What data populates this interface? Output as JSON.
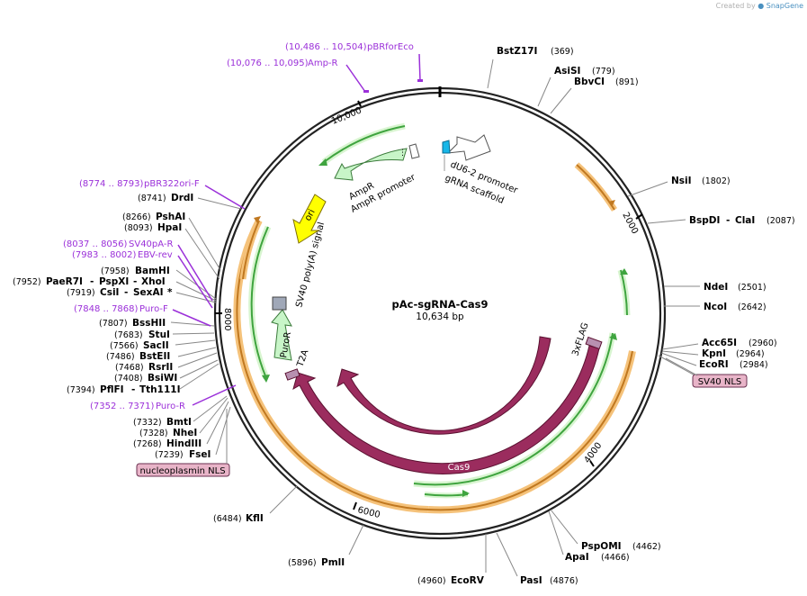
{
  "credit": {
    "prefix": "Created by",
    "brand": "SnapGene"
  },
  "plasmid": {
    "name": "pAc-sgRNA-Cas9",
    "size": "10,634 bp"
  },
  "ruler": [
    "2000",
    "4000",
    "6000",
    "8000",
    "10,000"
  ],
  "enzymes_right": [
    {
      "name": "BstZ17I",
      "pos": "(369)"
    },
    {
      "name": "AsiSI",
      "pos": "(779)"
    },
    {
      "name": "BbvCI",
      "pos": "(891)"
    },
    {
      "name": "NsiI",
      "pos": "(1802)"
    },
    {
      "name": "BspDI",
      "sep": " - ",
      "name2": "ClaI",
      "pos": "(2087)"
    },
    {
      "name": "NdeI",
      "pos": "(2501)"
    },
    {
      "name": "NcoI",
      "pos": "(2642)"
    },
    {
      "name": "Acc65I",
      "pos": "(2960)"
    },
    {
      "name": "KpnI",
      "pos": "(2964)"
    },
    {
      "name": "EcoRI",
      "pos": "(2984)"
    }
  ],
  "enzymes_bottom": [
    {
      "name": "PspOMI",
      "pos": "(4462)"
    },
    {
      "name": "ApaI",
      "pos": "(4466)"
    },
    {
      "name": "PasI",
      "pos": "(4876)"
    },
    {
      "name": "EcoRV",
      "pos": "(4960)"
    },
    {
      "name": "PmlI",
      "pos": "(5896)"
    },
    {
      "name": "KflI",
      "pos": "(6484)"
    }
  ],
  "enzymes_left": [
    {
      "pos": "(8741)",
      "name": "DrdI"
    },
    {
      "pos": "(8266)",
      "name": "PshAI"
    },
    {
      "pos": "(8093)",
      "name": "HpaI"
    },
    {
      "pos": "(7958)",
      "name": "BamHI"
    },
    {
      "pos": "(7952)",
      "name": "PaeR7I",
      "name2": "PspXI",
      "name3": "XhoI"
    },
    {
      "pos": "(7919)",
      "name": "CsiI",
      "name2": "SexAI",
      "star": "*"
    },
    {
      "pos": "(7807)",
      "name": "BssHII"
    },
    {
      "pos": "(7683)",
      "name": "StuI"
    },
    {
      "pos": "(7566)",
      "name": "SacII"
    },
    {
      "pos": "(7486)",
      "name": "BstEII"
    },
    {
      "pos": "(7468)",
      "name": "RsrII"
    },
    {
      "pos": "(7408)",
      "name": "BsiWI"
    },
    {
      "pos": "(7394)",
      "name": "PflFI",
      "name2": "Tth111I"
    },
    {
      "pos": "(7332)",
      "name": "BmtI"
    },
    {
      "pos": "(7328)",
      "name": "NheI"
    },
    {
      "pos": "(7268)",
      "name": "HindIII"
    },
    {
      "pos": "(7239)",
      "name": "FseI"
    }
  ],
  "primers": [
    {
      "range": "(10,486 .. 10,504)",
      "name": "pBRforEco"
    },
    {
      "range": "(10,076 .. 10,095)",
      "name": "Amp-R"
    },
    {
      "range": "(8774 .. 8793)",
      "name": "pBR322ori-F"
    },
    {
      "range": "(8037 .. 8056)",
      "name": "SV40pA-R"
    },
    {
      "range": "(7983 .. 8002)",
      "name": "EBV-rev"
    },
    {
      "range": "(7848 .. 7868)",
      "name": "Puro-F"
    },
    {
      "range": "(7352 .. 7371)",
      "name": "Puro-R"
    }
  ],
  "boxed_features": [
    "SV40 NLS",
    "nucleoplasmin NLS"
  ],
  "features": {
    "dU6": "dU6-2 promoter",
    "scaffold": "gRNA scaffold",
    "ampr": "AmpR",
    "ampr_promoter": "AmpR promoter",
    "ori": "ori",
    "sv40pa": "SV40 poly(A) signal",
    "puror": "PuroR",
    "t2a": "T2A",
    "flag": "3xFLAG",
    "cas9": "Cas9",
    "cas9_outer": "Cas9"
  },
  "colors": {
    "cas9": "#9b2c5e",
    "ampr": "#c8f5c8",
    "ori": "#ffff00",
    "primer": "#9b30d9",
    "orf": "#3fa43f",
    "orf_glow": "#f5c27a",
    "promoter": "#ffffff",
    "u6": "#17b7e8",
    "nls": "#e8b4c8"
  }
}
